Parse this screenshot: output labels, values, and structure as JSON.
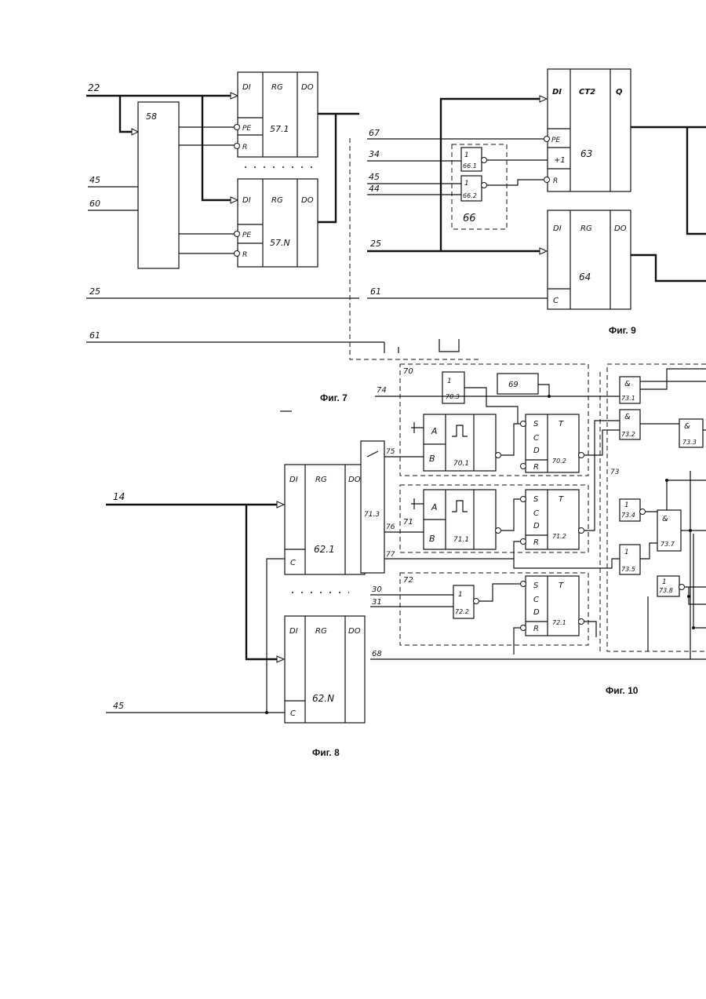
{
  "captions": {
    "fig7": "Фиг. 7",
    "fig8": "Фиг. 8",
    "fig9": "Фиг. 9",
    "fig10": "Фиг. 10"
  },
  "fig7": {
    "inputs": {
      "in22": "22",
      "in45": "45",
      "in60": "60",
      "in25": "25",
      "in61": "61"
    },
    "block58": "58",
    "reg1": {
      "di": "DI",
      "rg": "RG",
      "do": "DO",
      "pe": "PE",
      "r": "R",
      "id": "57.1"
    },
    "reg2": {
      "di": "DI",
      "rg": "RG",
      "do": "DO",
      "pe": "PE",
      "r": "R",
      "id": "57.N"
    }
  },
  "fig8": {
    "inputs": {
      "in14": "14",
      "in45": "45"
    },
    "reg1": {
      "di": "DI",
      "rg": "RG",
      "do": "DO",
      "c": "C",
      "id": "62.1"
    },
    "reg2": {
      "di": "DI",
      "rg": "RG",
      "do": "DO",
      "c": "C",
      "id": "62.N"
    }
  },
  "fig9": {
    "inputs": {
      "in67": "67",
      "in34": "34",
      "in45": "45",
      "in44": "44",
      "in25": "25",
      "in61": "61"
    },
    "counter": {
      "di": "DI",
      "ct": "CT2",
      "q": "Q",
      "pe": "PE",
      "plus": "+1",
      "r": "R",
      "id": "63"
    },
    "reg": {
      "di": "DI",
      "rg": "RG",
      "do": "DO",
      "c": "C",
      "id": "64"
    },
    "group66": {
      "id": "66",
      "g1_sym": "1",
      "g1_id": "66.1",
      "g2_sym": "1",
      "g2_id": "66.2"
    }
  },
  "fig10": {
    "inputs": {
      "in74": "74",
      "in75": "75",
      "in76": "76",
      "in77": "77",
      "in30": "30",
      "in31": "31",
      "in68": "68"
    },
    "labels": {
      "g70": "70",
      "g71": "71",
      "g72": "72",
      "b69": "69",
      "b73": "73",
      "b71_3": "71.3"
    },
    "one_shot": {
      "a": "A",
      "b": "B",
      "id1": "70.1",
      "id2": "71.1"
    },
    "trig": {
      "s": "S",
      "c": "C",
      "d": "D",
      "r": "R",
      "t": "T",
      "id1": "70.2",
      "id2": "71.2",
      "id3": "72.1"
    },
    "gates": {
      "and_sym": "&",
      "or_sym": "1",
      "g70_3": "70.3",
      "g72_2": "72.2",
      "g73_1": "73.1",
      "g73_2": "73.2",
      "g73_3": "73.3",
      "g73_4": "73.4",
      "g73_5": "73.5",
      "g73_7": "73.7",
      "g73_8": "73.8"
    }
  }
}
